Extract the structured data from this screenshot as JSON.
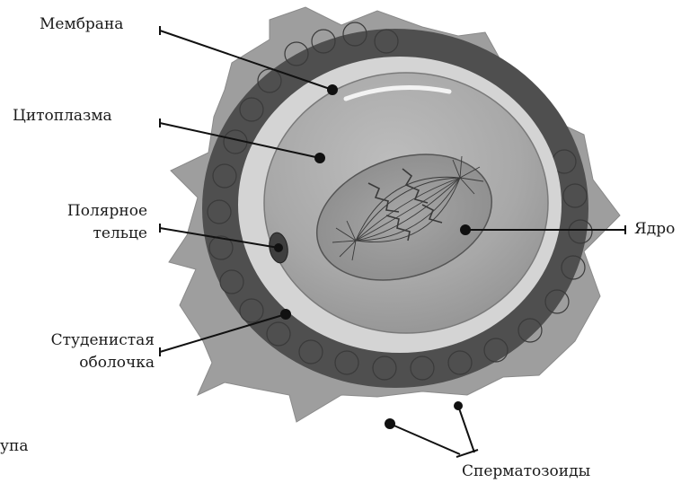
{
  "labels": {
    "membrane": "Мембрана",
    "cytoplasm": "Цитоплазма",
    "polar_body_line1": "Полярное",
    "polar_body_line2": "тельце",
    "nucleus": "Ядро",
    "jelly_coat_line1": "Студенистая",
    "jelly_coat_line2": "оболочка",
    "sperm": "Сперматозоиды",
    "cropped_fragment": "упа"
  },
  "colors": {
    "outer_cells": "#4f4f4f",
    "outer_halo": "#9e9e9e",
    "jelly_layer": "#d4d4d4",
    "cytoplasm": "#a9a9a9",
    "nucleus": "#9a9a9a",
    "leader_line": "#111111"
  }
}
